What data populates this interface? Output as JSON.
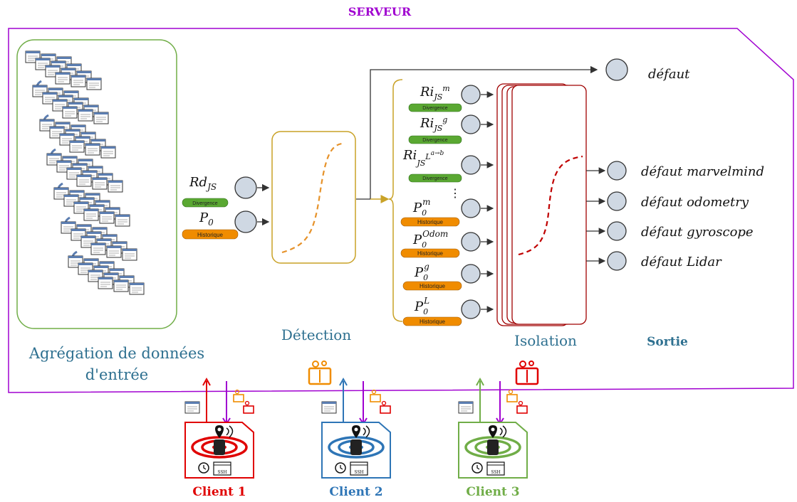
{
  "server": {
    "title": "SERVEUR",
    "color": "#a000d0"
  },
  "stages": {
    "aggregation_line1": "Agrégation de données",
    "aggregation_line2": "d'entrée",
    "detection": "Détection",
    "isolation": "Isolation",
    "output": "Sortie"
  },
  "detection_inputs": [
    {
      "symbol": "Rd",
      "sub": "JS",
      "badge": "Divergence",
      "badge_color": "#5aa832"
    },
    {
      "symbol": "P",
      "sub": "0",
      "badge": "Historique",
      "badge_color": "#f08c00"
    }
  ],
  "isolation_inputs": [
    {
      "symbol": "Ri",
      "sub": "JS",
      "sup": "m",
      "badge": "Divergence",
      "badge_color": "#5aa832"
    },
    {
      "symbol": "Ri",
      "sub": "JS",
      "sup": "g",
      "badge": "Divergence",
      "badge_color": "#5aa832"
    },
    {
      "symbol": "Ri",
      "sub": "JS",
      "sup": "L",
      "sup2": "a→b",
      "badge": "Divergence",
      "badge_color": "#5aa832"
    },
    {
      "symbol": "P",
      "sub": "0",
      "sup": "m",
      "badge": "Historique",
      "badge_color": "#f08c00"
    },
    {
      "symbol": "P",
      "sub": "0",
      "sup": "Odom",
      "badge": "Historique",
      "badge_color": "#f08c00"
    },
    {
      "symbol": "P",
      "sub": "0",
      "sup": "g",
      "badge": "Historique",
      "badge_color": "#f08c00"
    },
    {
      "symbol": "P",
      "sub": "0",
      "sup": "L",
      "badge": "Historique",
      "badge_color": "#f08c00"
    }
  ],
  "ellipsis": "⋮",
  "outputs": {
    "top": "défaut",
    "list": [
      "défaut marvelmind",
      "défaut odometry",
      "défaut gyroscope",
      "défaut Lidar"
    ]
  },
  "clients": [
    {
      "label": "Client 1",
      "color": "#e00000"
    },
    {
      "label": "Client 2",
      "color": "#2e75b6"
    },
    {
      "label": "Client 3",
      "color": "#70ad47"
    }
  ],
  "ssh_label": "SSH",
  "colors": {
    "aggregation_border": "#70ad47",
    "detection_border": "#c9a227",
    "isolation_border": "#a00000",
    "stage_text": "#2e7090",
    "node_fill": "#cfd8e3"
  }
}
